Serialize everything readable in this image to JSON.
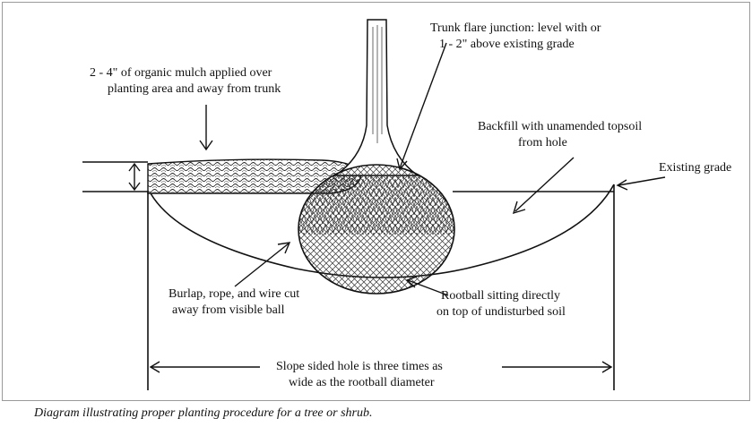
{
  "labels": {
    "trunk_flare_1": "Trunk flare junction: level with or",
    "trunk_flare_2": "1 - 2\" above existing grade",
    "mulch_1": "2 - 4\" of organic mulch applied over",
    "mulch_2": "planting area and away from trunk",
    "backfill_1": "Backfill with unamended topsoil",
    "backfill_2": "from hole",
    "existing_grade": "Existing grade",
    "burlap_1": "Burlap, rope, and wire cut",
    "burlap_2": "away from visible ball",
    "rootball_1": "Rootball sitting directly",
    "rootball_2": "on top of undisturbed soil",
    "hole_1": "Slope sided hole is three times as",
    "hole_2": "wide as the rootball diameter"
  },
  "caption": "Diagram illustrating proper planting procedure for a tree or shrub."
}
